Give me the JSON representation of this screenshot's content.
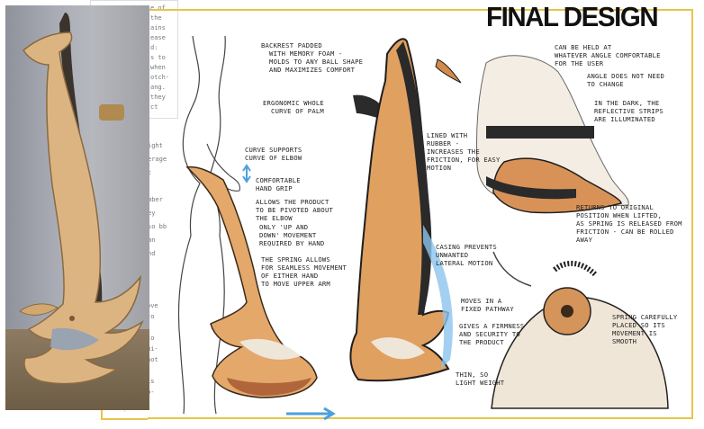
{
  "title": "FINAL DESIGN",
  "sheet_fragments": [
    "e of",
    "the",
    "ains",
    "ease",
    "d:",
    "s to",
    "when",
    "otch-",
    "ang.",
    "they",
    "ct"
  ],
  "sheet_fragments_lower": [
    "-",
    "ove",
    "to",
    "",
    "to",
    "ui-",
    "not",
    "",
    "is",
    "p-"
  ],
  "side_fragments": [
    "ight",
    "erage",
    "t",
    "",
    "mber",
    "ey",
    "so bb",
    "mn",
    "nd"
  ],
  "annotations": {
    "backrest": "BACKREST PADDED\n  WITH MEMORY FOAM -\n  MOLDS TO ANY BALL SHAPE\n  AND MAXIMIZES COMFORT",
    "ergonomic": "ERGONOMIC WHOLE\n  CURVE OF PALM",
    "curve": "CURVE SUPPORTS\nCURVE OF ELBOW",
    "grip": "COMFORTABLE\nHAND GRIP",
    "allows": "ALLOWS THE PRODUCT\nTO BE PIVOTED ABOUT\nTHE ELBOW",
    "only": "ONLY 'UP AND\nDOWN' MOVEMENT\nREQUIRED BY HAND",
    "spring": "THE SPRING ALLOWS\nFOR SEAMLESS MOVEMENT\nOF EITHER HAND\nTO MOVE UPPER ARM",
    "lined": "LINED WITH\nRUBBER -\nINCREASES THE\nFRICTION, FOR EASY\nMOTION",
    "casing": "CASING PREVENTS\nUNWANTED\nLATERAL MOTION",
    "moves": "MOVES IN A\nFIXED PATHWAY",
    "gives": "GIVES A FIRMNESS\nAND SECURITY TO\nTHE PRODUCT",
    "thin": "THIN, SO\nLIGHT WEIGHT",
    "held": "CAN BE HELD AT\nWHATEVER ANGLE COMFORTABLE\nFOR THE USER",
    "angle": "ANGLE DOES NOT NEED\nTO CHANGE",
    "dark": "IN THE DARK, THE\nREFLECTIVE STRIPS\nARE ILLUMINATED",
    "returns": "RETURNS TO ORIGINAL\nPOSITION WHEN LIFTED,\nAS SPRING IS RELEASED FROM\nFRICTION - CAN BE ROLLED\nAWAY",
    "spring2": "SPRING CAREFULLY\nPLACED SO ITS\nMOVEMENT IS\nSMOOTH"
  },
  "colors": {
    "frame": "#e8c44a",
    "wood": "#d9a36b",
    "wood_dark": "#a0582c",
    "ink": "#222222",
    "blue": "#5fa8e0"
  }
}
